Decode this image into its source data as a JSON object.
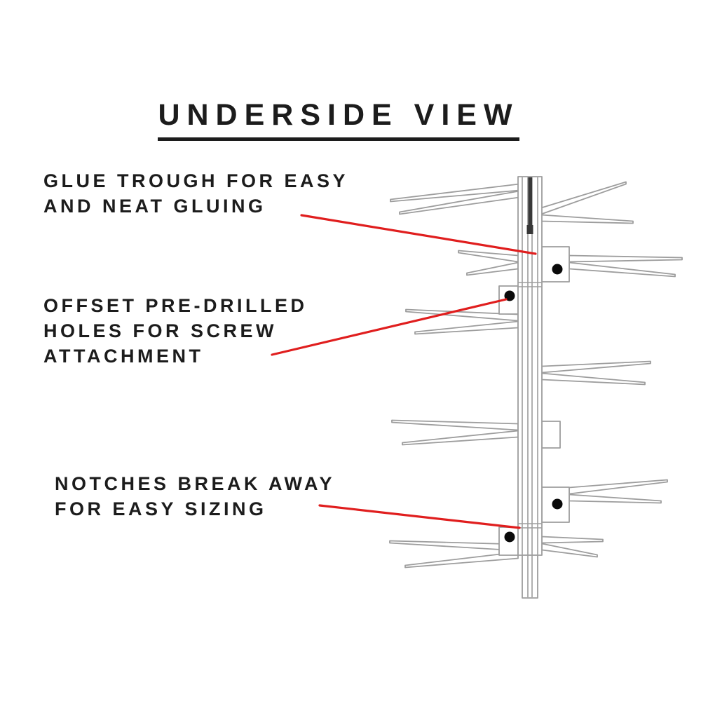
{
  "title": "UNDERSIDE VIEW",
  "annotations": [
    {
      "id": "glue-trough",
      "lines": [
        "GLUE TROUGH FOR EASY",
        "AND NEAT GLUING"
      ]
    },
    {
      "id": "offset-holes",
      "lines": [
        "OFFSET PRE-DRILLED",
        "HOLES FOR SCREW",
        "ATTACHMENT"
      ]
    },
    {
      "id": "breakaway-notches",
      "lines": [
        "NOTCHES BREAK AWAY",
        "FOR EASY SIZING"
      ]
    }
  ],
  "colors": {
    "background": "#ffffff",
    "text": "#1c1c1c",
    "diagram_line": "#9d9d9d",
    "channel_dark": "#383838",
    "hole": "#0a0a0a",
    "annotation_line": "#e01e1e"
  }
}
